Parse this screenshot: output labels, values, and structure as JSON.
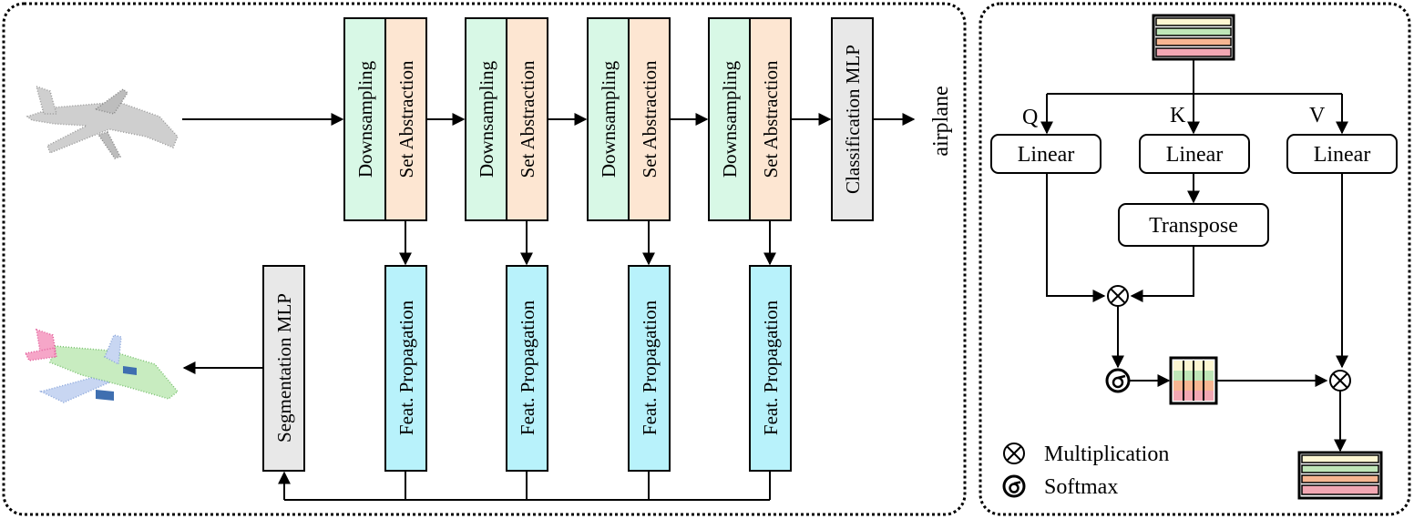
{
  "pipeline": {
    "stages": [
      {
        "downsampling": "Downsampling",
        "set_abstraction": "Set Abstraction",
        "feat_propagation": "Feat. Propagation"
      },
      {
        "downsampling": "Downsampling",
        "set_abstraction": "Set Abstraction",
        "feat_propagation": "Feat. Propagation"
      },
      {
        "downsampling": "Downsampling",
        "set_abstraction": "Set Abstraction",
        "feat_propagation": "Feat. Propagation"
      },
      {
        "downsampling": "Downsampling",
        "set_abstraction": "Set Abstraction",
        "feat_propagation": "Feat. Propagation"
      }
    ],
    "classification_mlp": "Classification MLP",
    "classification_output": "airplane",
    "segmentation_mlp": "Segmentation MLP"
  },
  "attention": {
    "q_label": "Q",
    "k_label": "K",
    "v_label": "V",
    "linear_q": "Linear",
    "linear_k": "Linear",
    "linear_v": "Linear",
    "transpose": "Transpose"
  },
  "legend": {
    "multiplication": "Multiplication",
    "softmax": "Softmax"
  },
  "colors": {
    "downsampling": "#d8f8e6",
    "set_abstraction": "#fde6d2",
    "feat_propagation": "#b8f2fb",
    "mlp": "#e8e8e8",
    "token_row_1": "#fdf6d2",
    "token_row_2": "#bfe6b8",
    "token_row_3": "#f7b692",
    "token_row_4": "#f2a7b3"
  }
}
